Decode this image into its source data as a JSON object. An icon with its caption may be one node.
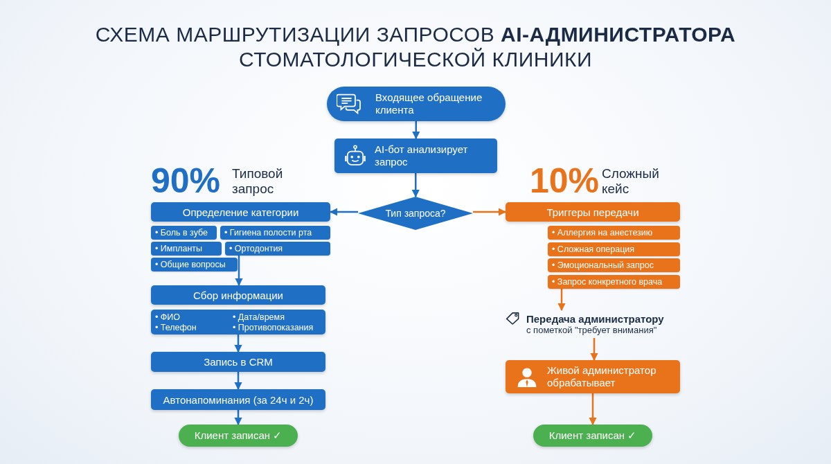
{
  "diagram": {
    "title": "СХЕМА МАРШРУТИЗАЦИИ ЗАПРОСОВ **AI-АДМИНИСТРАТОРА** СТОМАТОЛОГИЧЕСКОЙ КЛИНИКИ",
    "nodes": [
      {
        "text": [
          "Входящее обращение клиента"
        ]
      },
      {
        "text": [
          "AI-бот анализирует запрос"
        ]
      },
      {
        "text": [
          "Тип запроса?"
        ]
      },
      {
        "text": [
          "Определение категории"
        ]
      },
      {
        "text": [
          "• Боль в зубе"
        ]
      },
      {
        "text": [
          "• Гигиена полости рта"
        ]
      },
      {
        "text": [
          "• Импланты"
        ]
      },
      {
        "text": [
          "• Ортодонтия"
        ]
      },
      {
        "text": [
          "• Общие вопросы"
        ]
      },
      {
        "text": [
          "Сбор информации"
        ]
      },
      {
        "text": [
          "• ФИО",
          "• Дата/время",
          "• Телефон",
          "• Противопоказания"
        ]
      },
      {
        "text": [
          "Запись в CRM"
        ]
      },
      {
        "text": [
          "Автонапоминания (за 24ч и 2ч)"
        ]
      },
      {
        "text": [
          "Клиент записан ✓"
        ]
      },
      {
        "text": [
          "Триггеры передачи"
        ]
      },
      {
        "text": [
          "• Аллергия на анестезию"
        ]
      },
      {
        "text": [
          "• Сложная операция"
        ]
      },
      {
        "text": [
          "• Эмоциональный запрос"
        ]
      },
      {
        "text": [
          "• Запрос конкретного врача"
        ]
      },
      {
        "text": [
          "Передача администратору",
          "с пометкой \"требует внимания\""
        ]
      },
      {
        "text": [
          "Живой администратор обрабатывает"
        ]
      },
      {
        "text": [
          "Клиент записан ✓"
        ]
      }
    ],
    "edges": [
      {
        "from": 0,
        "to": 1,
        "arrow": "to"
      },
      {
        "from": 1,
        "to": 2,
        "arrow": "to"
      },
      {
        "from": 2,
        "to": 3,
        "arrow": "to"
      },
      {
        "from": 2,
        "to": 14,
        "arrow": "to",
        "color": "#e8731a"
      },
      {
        "from": 7,
        "to": 9,
        "arrow": "to"
      },
      {
        "from": 10,
        "to": 11,
        "arrow": "to"
      },
      {
        "from": 11,
        "to": 12,
        "arrow": "to"
      },
      {
        "from": 12,
        "to": 13,
        "arrow": "to"
      },
      {
        "from": 18,
        "to": 19,
        "arrow": "to",
        "color": "#e8731a"
      },
      {
        "from": 19,
        "to": 20,
        "arrow": "to",
        "color": "#e8731a"
      },
      {
        "from": 20,
        "to": 21,
        "arrow": "to",
        "color": "#e8731a"
      }
    ],
    "labels": [
      "90%",
      "Типовой запрос",
      "10%",
      "Сложный кейс"
    ]
  }
}
